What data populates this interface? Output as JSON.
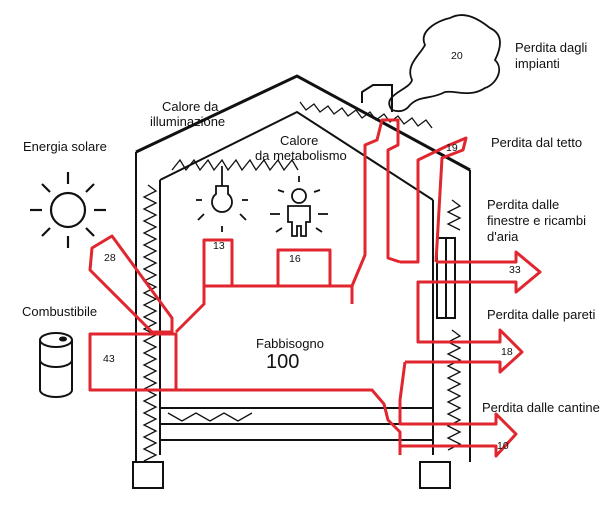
{
  "labels": {
    "solar": "Energia solare",
    "fuel": "Combustibile",
    "lighting_line1": "Calore da",
    "lighting_line2": "illuminazione",
    "metabolism_line1": "Calore",
    "metabolism_line2": "da metabolismo",
    "need": "Fabbisogno",
    "need_value": "100",
    "loss_systems_line1": "Perdita dagli",
    "loss_systems_line2": "impianti",
    "loss_roof": "Perdita dal tetto",
    "loss_windows_line1": "Perdita dalle",
    "loss_windows_line2": "finestre e ricambi",
    "loss_windows_line3": "d'aria",
    "loss_walls": "Perdita dalle pareti",
    "loss_cellar": "Perdita dalle cantine"
  },
  "values": {
    "solar": "28",
    "fuel": "43",
    "lighting": "13",
    "metabolism": "16",
    "systems": "20",
    "roof": "19",
    "windows": "33",
    "walls": "18",
    "cellar": "10"
  },
  "colors": {
    "flow": "#e0262e",
    "outline": "#111111"
  },
  "icons": [
    "sun-icon",
    "fuel-barrel-icon",
    "light-bulb-icon",
    "person-icon",
    "smoke-cloud-icon"
  ]
}
